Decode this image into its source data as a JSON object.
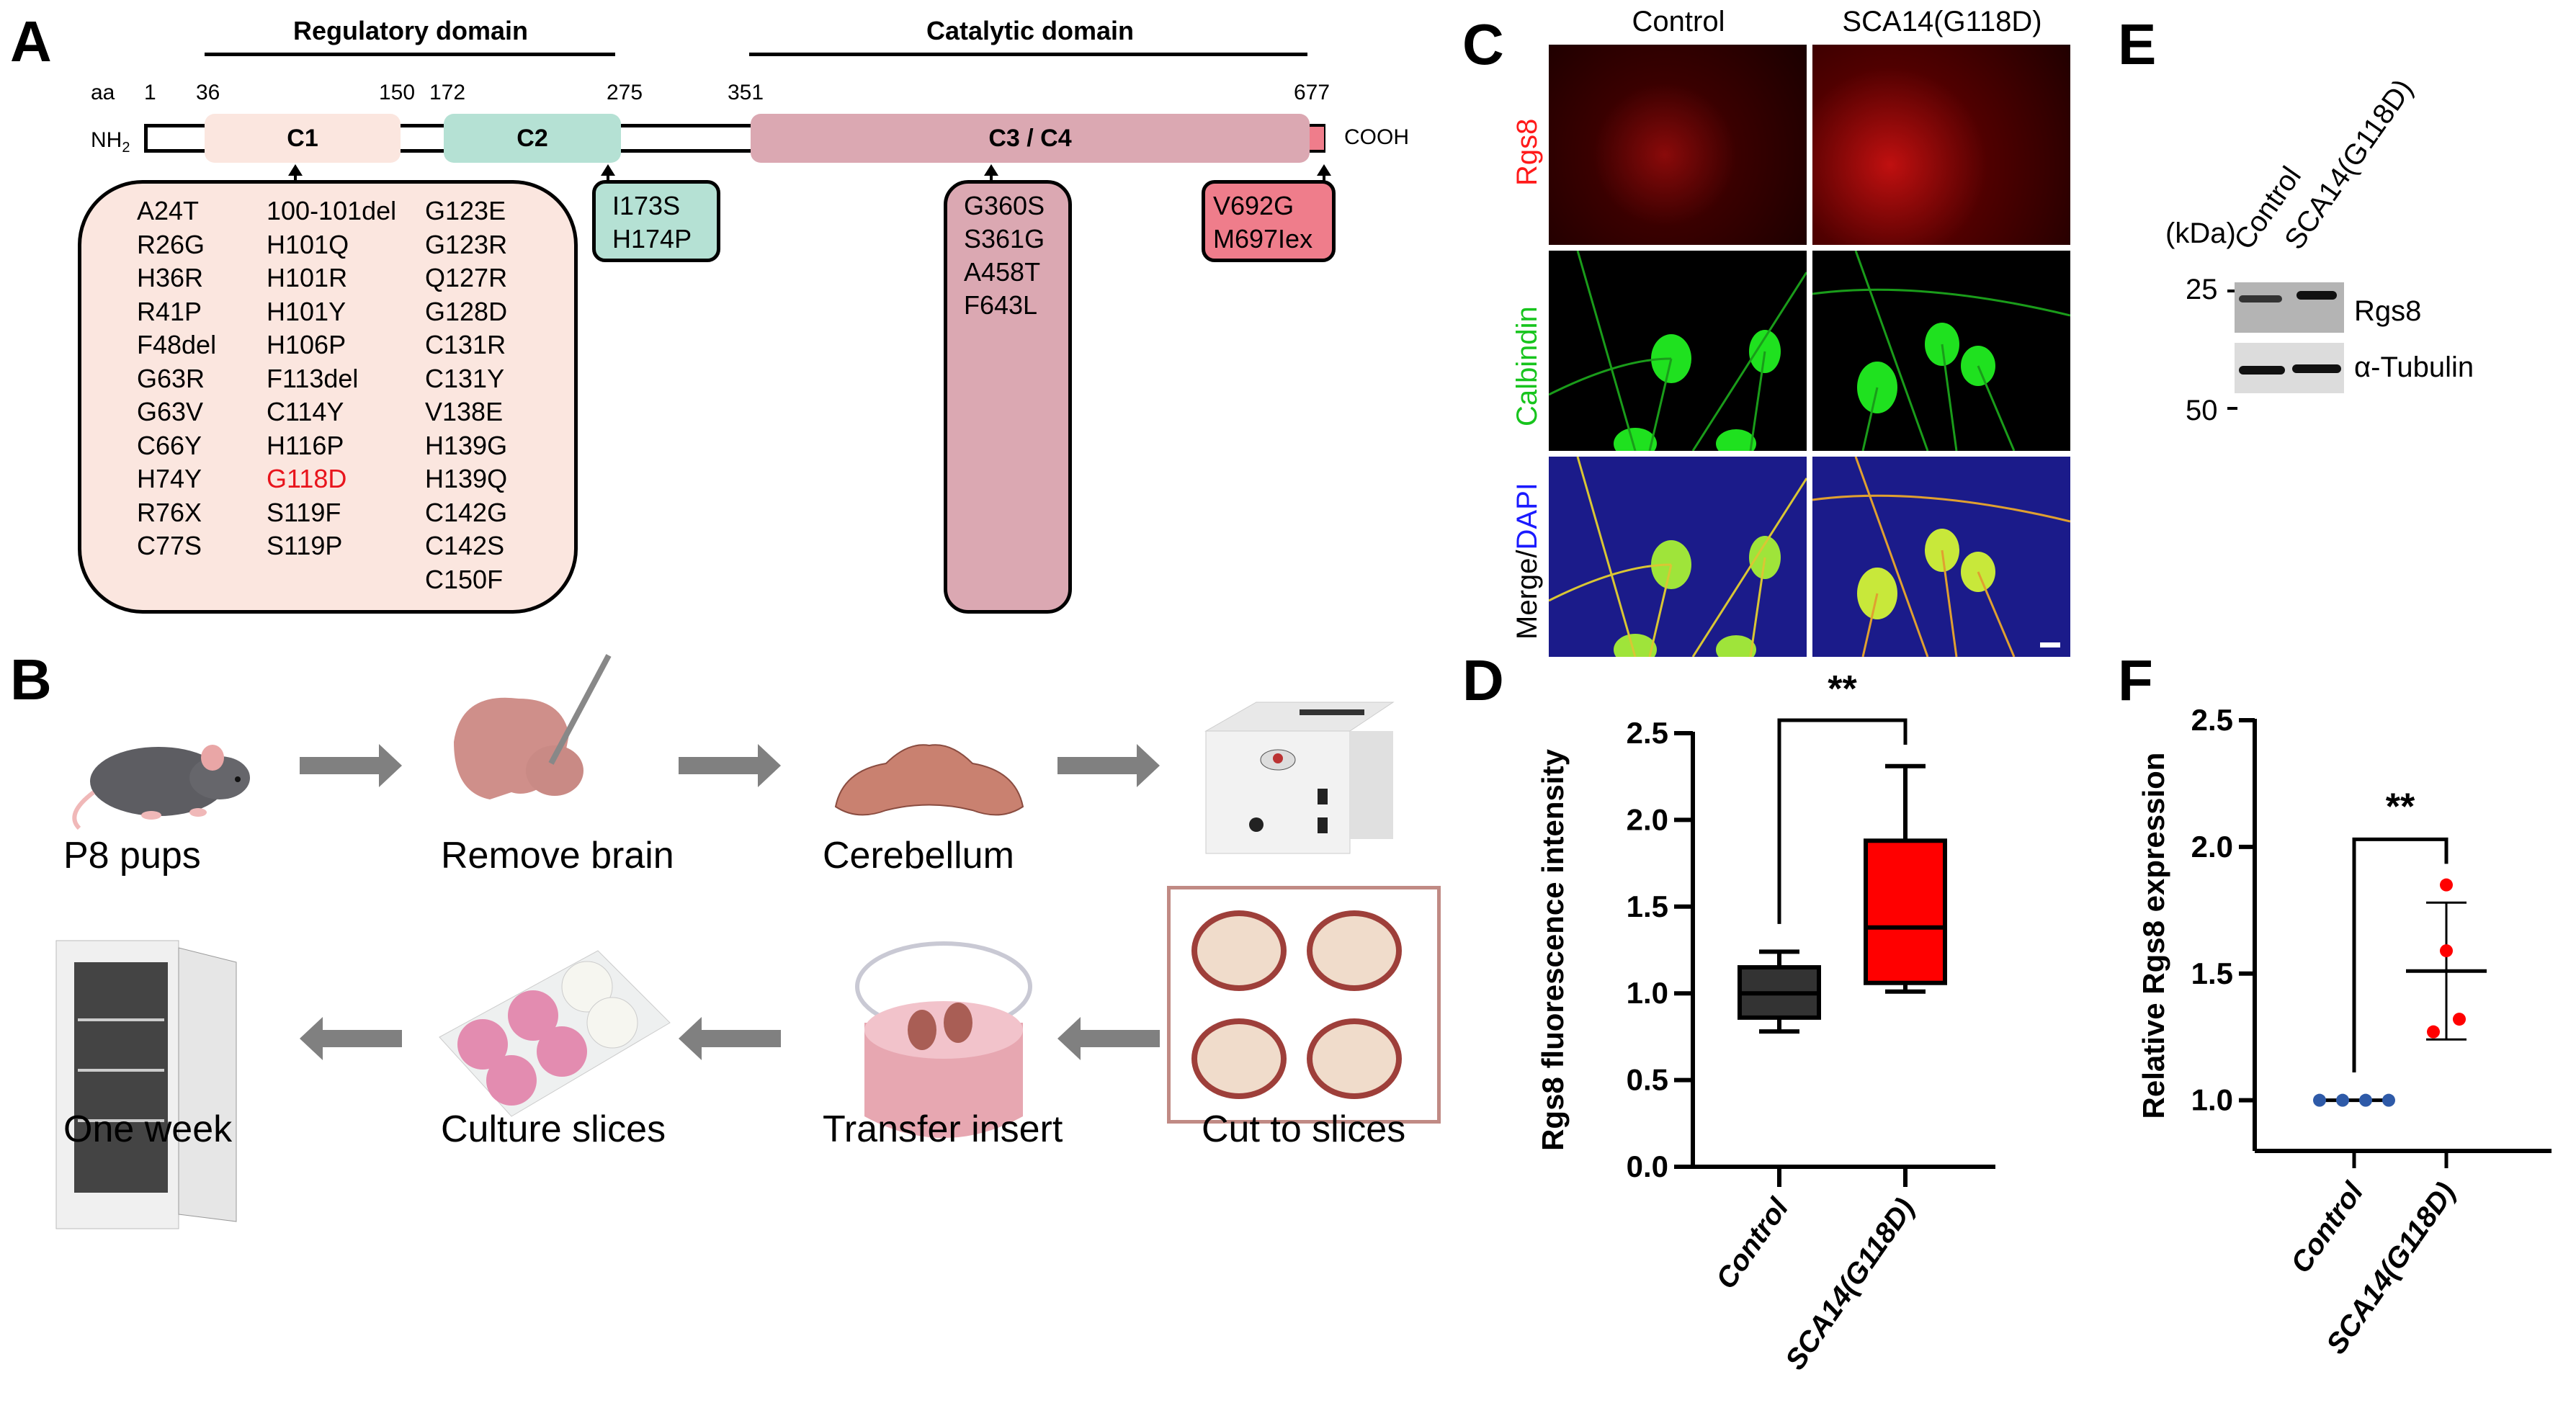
{
  "panels": {
    "A": {
      "letter": "A",
      "regulatory_domain": "Regulatory domain",
      "catalytic_domain": "Catalytic domain",
      "aa_label": "aa",
      "positions": [
        "1",
        "36",
        "150",
        "172",
        "275",
        "351",
        "677"
      ],
      "nh2": "NH",
      "nh2_sub": "2",
      "cooh": "COOH",
      "domains": {
        "c1": "C1",
        "c2": "C2",
        "c34": "C3 / C4"
      },
      "colors": {
        "c1": "#fbe6df",
        "c2": "#b5e1d4",
        "c34": "#dba8b2",
        "cterm": "#ef7d8b",
        "highlight": "#e8141c"
      },
      "c1_mutations": {
        "col1": [
          "A24T",
          "R26G",
          "H36R",
          "R41P",
          "F48del",
          "G63R",
          "G63V",
          "C66Y",
          "H74Y",
          "R76X",
          "C77S"
        ],
        "col2": [
          "100-101del",
          "H101Q",
          "H101R",
          "H101Y",
          "H106P",
          "F113del",
          "C114Y",
          "H116P",
          "G118D",
          "S119F",
          "S119P"
        ],
        "col3": [
          "G123E",
          "G123R",
          "Q127R",
          "G128D",
          "C131R",
          "C131Y",
          "V138E",
          "H139G",
          "H139Q",
          "C142G",
          "C142S",
          "C150F"
        ],
        "highlighted": "G118D"
      },
      "c2_mutations": [
        "I173S",
        "H174P"
      ],
      "c34_mutations": [
        "G360S",
        "S361G",
        "A458T",
        "F643L"
      ],
      "cterm_mutations": [
        "V692G",
        "M697Iex"
      ]
    },
    "B": {
      "letter": "B",
      "steps_top": [
        "P8 pups",
        "Remove brain",
        "Cerebellum"
      ],
      "steps_bottom": [
        "One week",
        "Culture slices",
        "Transfer insert",
        "Cut to slices"
      ]
    },
    "C": {
      "letter": "C",
      "columns": [
        "Control",
        "SCA14(G118D)"
      ],
      "rows": {
        "rgs8": "Rgs8",
        "calbindin": "Calbindin",
        "merge": "Merge/",
        "dapi": "DAPI"
      },
      "colors": {
        "rgs8": "#ff1a1a",
        "calbindin": "#17c41d",
        "dapi": "#1a1aff"
      }
    },
    "E": {
      "letter": "E",
      "kda_label": "(kDa)",
      "lanes": [
        "Control",
        "SCA14(G118D)"
      ],
      "markers": [
        "25",
        "50"
      ],
      "bands": [
        "Rgs8",
        "α-Tubulin"
      ]
    }
  },
  "chart_data": [
    {
      "id": "D",
      "letter": "D",
      "type": "box",
      "title": "",
      "ylabel": "Rgs8 fluorescence intensity",
      "xlabel": "",
      "categories": [
        "Control",
        "SCA14(G118D)"
      ],
      "ylim": [
        0,
        2.5
      ],
      "yticks": [
        "0.0",
        "0.5",
        "1.0",
        "1.5",
        "2.0",
        "2.5"
      ],
      "series": [
        {
          "name": "Control",
          "min": 0.78,
          "q1": 0.86,
          "median": 1.0,
          "q3": 1.15,
          "max": 1.24,
          "color": "#333333"
        },
        {
          "name": "SCA14(G118D)",
          "min": 1.01,
          "q1": 1.06,
          "median": 1.38,
          "q3": 1.88,
          "max": 2.31,
          "color": "#ff0000"
        }
      ],
      "significance": "**"
    },
    {
      "id": "F",
      "letter": "F",
      "type": "scatter",
      "title": "",
      "ylabel": "Relative Rgs8 expression",
      "xlabel": "",
      "categories": [
        "Control",
        "SCA14(G118D)"
      ],
      "ylim": [
        0.8,
        2.5
      ],
      "yticks": [
        "1.0",
        "1.5",
        "2.0",
        "2.5"
      ],
      "series": [
        {
          "name": "Control",
          "values": [
            1.0,
            1.0,
            1.0,
            1.0
          ],
          "mean": 1.0,
          "sd": 0.0,
          "color": "#2e5aa8"
        },
        {
          "name": "SCA14(G118D)",
          "values": [
            1.85,
            1.59,
            1.32,
            1.27
          ],
          "mean": 1.51,
          "sd": 0.27,
          "color": "#ff0000"
        }
      ],
      "significance": "**"
    }
  ]
}
